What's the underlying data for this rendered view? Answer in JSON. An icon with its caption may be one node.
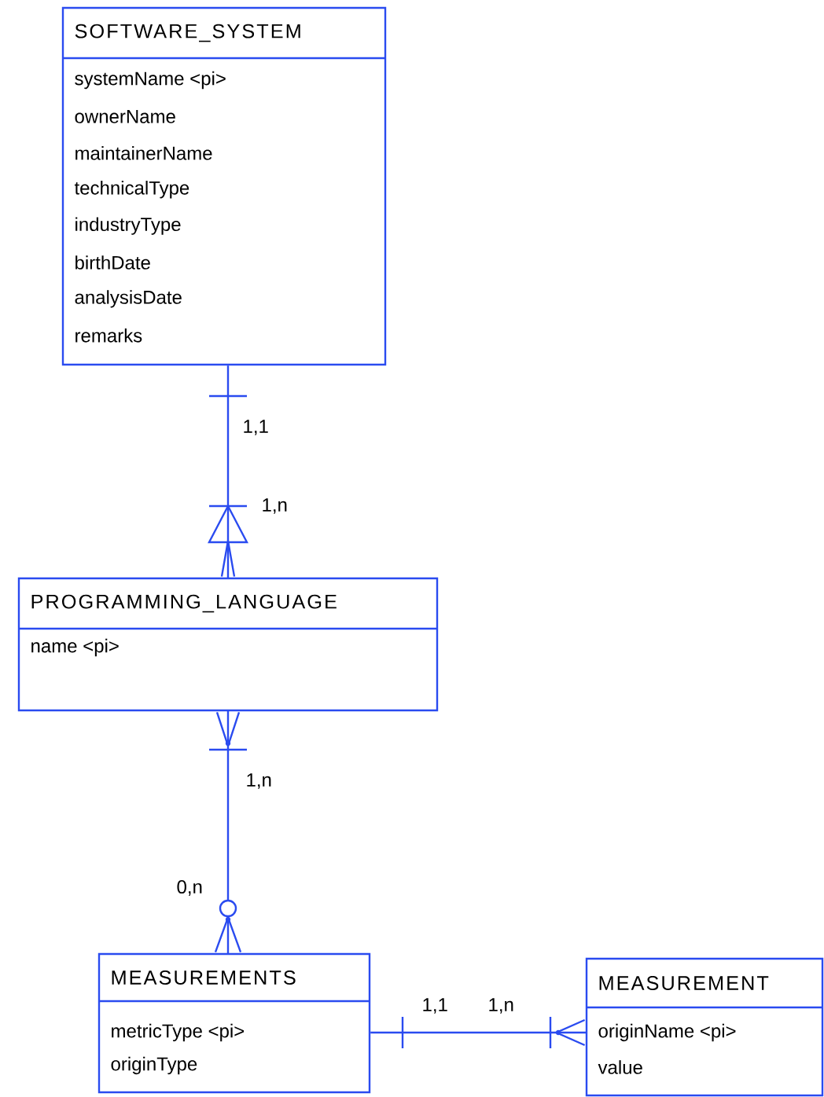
{
  "diagram": {
    "nodes": [
      {
        "text": [
          "SOFTWARE_SYSTEM",
          "systemName <pi>",
          "ownerName",
          "maintainerName",
          "technicalType",
          "industryType",
          "birthDate",
          "analysisDate",
          "remarks"
        ]
      },
      {
        "text": [
          "PROGRAMMING_LANGUAGE",
          "name <pi>"
        ]
      },
      {
        "text": [
          "MEASUREMENTS",
          "metricType <pi>",
          "originType"
        ]
      },
      {
        "text": [
          "MEASUREMENT",
          "originName <pi>",
          "value"
        ]
      }
    ],
    "edges": [
      {
        "from": 0,
        "to": 1,
        "arrow": "other"
      },
      {
        "from": 1,
        "to": 2,
        "arrow": "other"
      },
      {
        "from": 2,
        "to": 3,
        "arrow": "other"
      }
    ],
    "labels": [
      "1,1",
      "1,n",
      "1,n",
      "0,n",
      "1,1",
      "1,n"
    ]
  }
}
